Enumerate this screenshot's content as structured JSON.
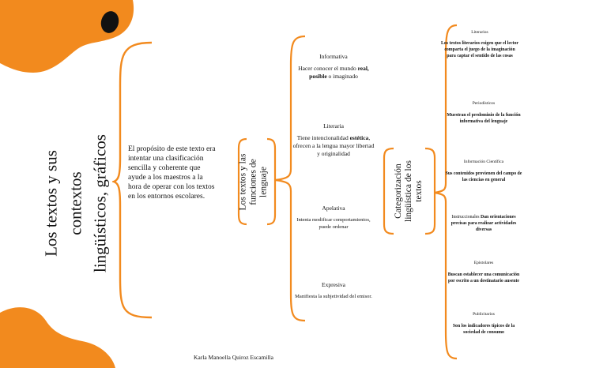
{
  "colors": {
    "orange": "#F28A1E",
    "bracket": "#F28A1E",
    "dot": "#111111"
  },
  "title": "Los textos y sus contextos lingüísticos, gráficos",
  "title_lines": [
    "Los textos y sus",
    "contextos",
    "lingüísticos, gráficos"
  ],
  "purpose_text": "El propósito de este texto era intentar una clasificación sencilla y coherente que ayude a los maestros a la hora de operar con los textos en los entornos escolares.",
  "functions_title": "Los textos y las funciones de lenguaje",
  "functions_lines": [
    "Los textos y las",
    "funciones de",
    "lenguaje"
  ],
  "functions": [
    {
      "title": "Informativa",
      "text_before": "Hacer conocer el mundo ",
      "bold": "real, posible",
      "text_after": " o imaginado"
    },
    {
      "title": "Literaria",
      "text_before": "Tiene intencionalidad ",
      "bold": "estética",
      "text_after": ", ofrecen a la lengua mayor libertad y originalidad"
    },
    {
      "title": "Apelativa",
      "text_before": "Intenta modificar comportamientos, puede ordenar",
      "bold": "",
      "text_after": ""
    },
    {
      "title": "Expresiva",
      "text_before": "Manifiesta la subjetividad del emisor.",
      "bold": "",
      "text_after": ""
    }
  ],
  "categorization_title": "Categorización lingüística de los textos",
  "categorization_lines": [
    "Categorización",
    "lingüística de los",
    "textos"
  ],
  "categories": [
    {
      "title": "Literarios",
      "text": "Los textos literarios exigen que el lector comparta el juego de la imaginación para captar el sentido de las cosas"
    },
    {
      "title": "Periodísticos",
      "text": "Muestran el predominio de la función informativa del lenguaje"
    },
    {
      "title": "Información Científica",
      "text": "Sus contenidos provienen del campo de las ciencias en general"
    },
    {
      "title": "Instruccionales",
      "text": "Dan orientaciones precisas para realizar actividades diversas"
    },
    {
      "title": "Epistolares",
      "text": "Buscan establecer una comunicación por escrito a un destinatario ausente"
    },
    {
      "title": "Publicitarios",
      "text": "Son los indicadores típicos de la sociedad de consumo"
    }
  ],
  "author": "Karla Manoella Quiroz Escamilla"
}
